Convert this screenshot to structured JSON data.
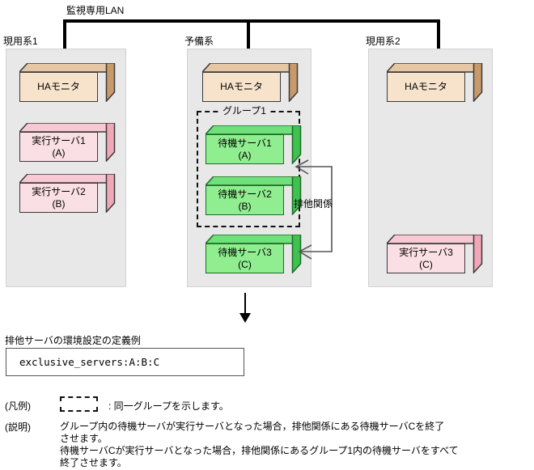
{
  "diagram": {
    "lan_label": "監視専用LAN",
    "systems": [
      {
        "name": "現用系1",
        "ha_monitor": "HAモニタ",
        "servers": [
          {
            "line1": "実行サーバ1",
            "line2": "(A)",
            "kind": "active"
          },
          {
            "line1": "実行サーバ2",
            "line2": "(B)",
            "kind": "active"
          }
        ]
      },
      {
        "name": "予備系",
        "ha_monitor": "HAモニタ",
        "group_label": "グループ1",
        "servers": [
          {
            "line1": "待機サーバ1",
            "line2": "(A)",
            "kind": "standby"
          },
          {
            "line1": "待機サーバ2",
            "line2": "(B)",
            "kind": "standby"
          },
          {
            "line1": "待機サーバ3",
            "line2": "(C)",
            "kind": "standby"
          }
        ]
      },
      {
        "name": "現用系2",
        "ha_monitor": "HAモニタ",
        "servers": [
          {
            "line1": "実行サーバ3",
            "line2": "(C)",
            "kind": "active"
          }
        ]
      }
    ],
    "relation_label": "排他関係"
  },
  "definition": {
    "title": "排他サーバの環境設定の定義例",
    "code": "exclusive_servers:A:B:C"
  },
  "legend": {
    "key_label": "(凡例)",
    "swatch_meaning": ": 同一グループを示します。",
    "note_label": "(説明)",
    "note_lines": [
      "グループ内の待機サーバが実行サーバとなった場合，排他関係にある待機サーバCを終了",
      "させます。",
      "待機サーバCが実行サーバとなった場合，排他関係にあるグループ1内の待機サーバをすべて",
      "終了させます。"
    ]
  },
  "colors": {
    "panel_bg": "#e8e8e8",
    "ha_front": "#f7e3cc",
    "ha_side": "#c8996b",
    "ha_top": "#e6c7a4",
    "active_front": "#fadfe4",
    "active_side": "#f0a8b8",
    "active_top": "#f8c9d4",
    "standby_front": "#90ee90",
    "standby_side": "#3fc24f",
    "standby_top": "#6fe07a",
    "line": "#000000",
    "connector": "#555555"
  }
}
